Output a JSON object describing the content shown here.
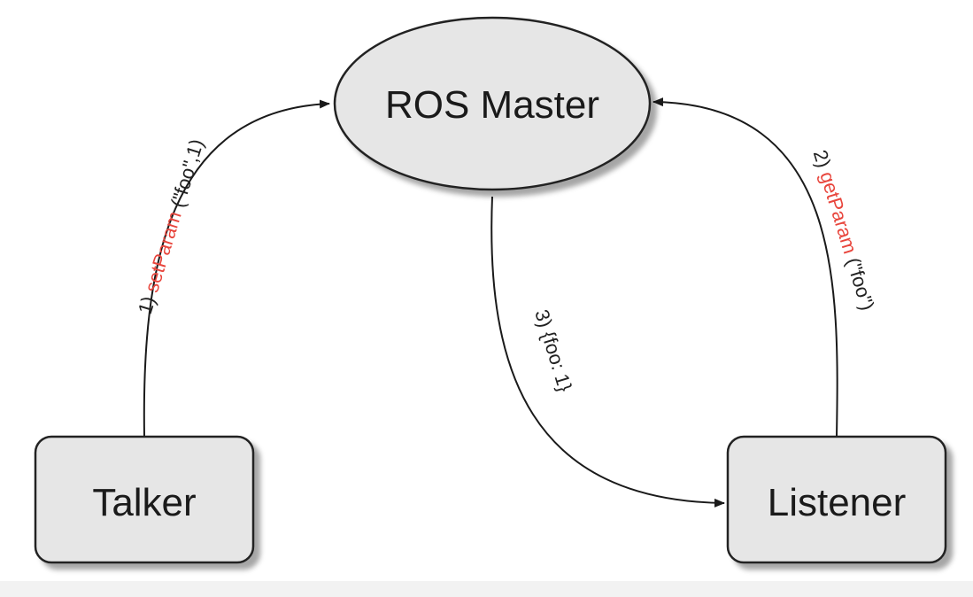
{
  "nodes": {
    "master": {
      "label": "ROS Master"
    },
    "talker": {
      "label": "Talker"
    },
    "listener": {
      "label": "Listener"
    }
  },
  "edges": {
    "set_param": {
      "step": "1) ",
      "fn": "setParam",
      "args": " (\"foo\",1)"
    },
    "get_param": {
      "step": "2) ",
      "fn": "getParam",
      "args": " (\"foo\")"
    },
    "response": {
      "text": "3) {foo: 1}"
    }
  },
  "colors": {
    "node_fill": "#e6e6e6",
    "node_stroke": "#222222",
    "edge": "#1a1a1a",
    "function_name": "#e8453c"
  }
}
